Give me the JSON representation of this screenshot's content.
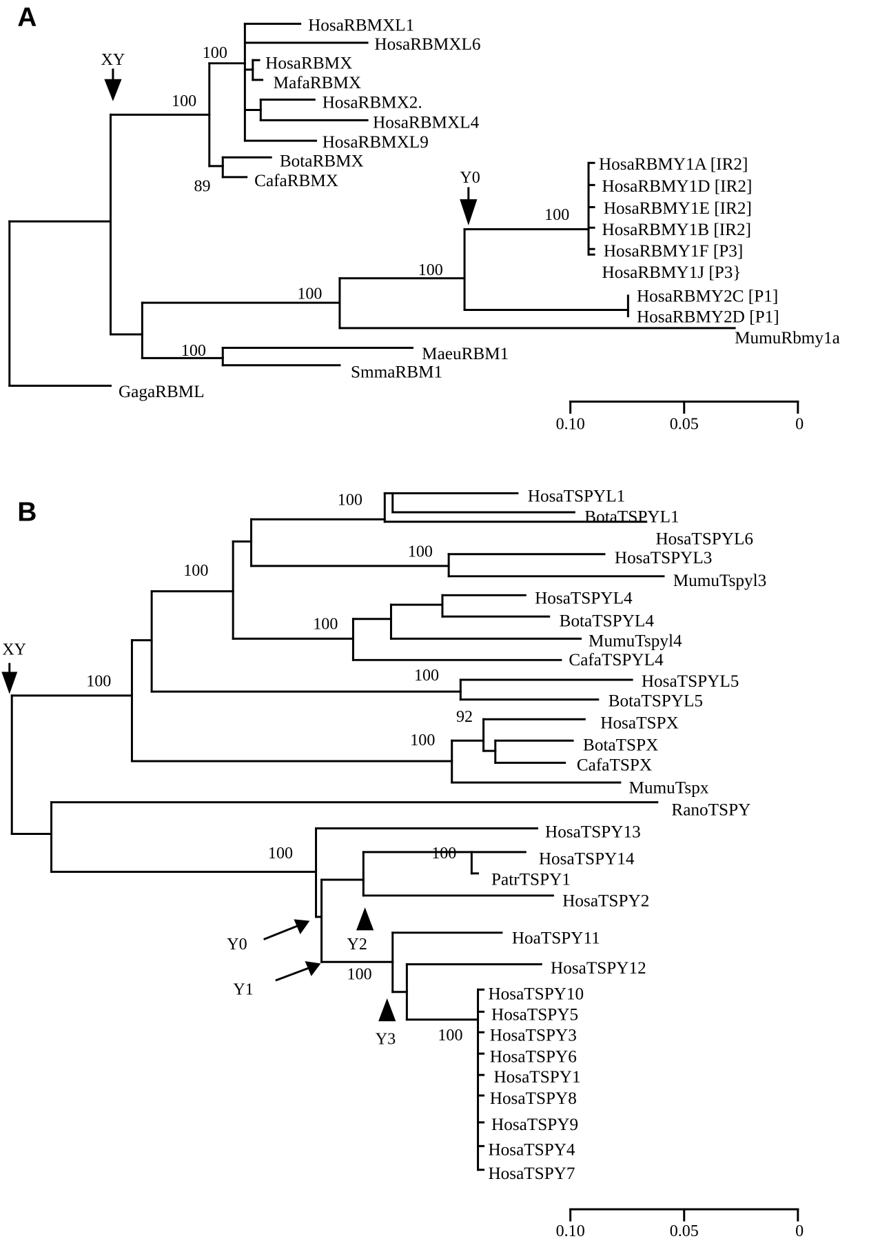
{
  "panel_a": {
    "label": "A",
    "leaves": [
      "HosaRBMXL1",
      "HosaRBMXL6",
      "HosaRBMX",
      "MafaRBMX",
      "HosaRBMX2.",
      "HosaRBMXL4",
      "HosaRBMXL9",
      "BotaRBMX",
      "CafaRBMX",
      "HosaRBMY1A [IR2]",
      "HosaRBMY1D [IR2]",
      "HosaRBMY1E [IR2]",
      "HosaRBMY1B [IR2]",
      "HosaRBMY1F [P3]",
      "HosaRBMY1J [P3}",
      "HosaRBMY2C [P1]",
      "HosaRBMY2D [P1]",
      "MumuRbmy1a",
      "MaeuRBM1",
      "SmmaRBM1",
      "GagaRBML"
    ],
    "bootstrap": [
      "100",
      "100",
      "89",
      "100",
      "100",
      "100",
      "100"
    ],
    "markers": [
      "XY",
      "Y0"
    ],
    "scale": [
      "0.10",
      "0.05",
      "0"
    ]
  },
  "panel_b": {
    "label": "B",
    "leaves": [
      "HosaTSPYL1",
      "BotaTSPYL1",
      "HosaTSPYL6",
      "HosaTSPYL3",
      "MumuTspyl3",
      "HosaTSPYL4",
      "BotaTSPYL4",
      "MumuTspyl4",
      "CafaTSPYL4",
      "HosaTSPYL5",
      "BotaTSPYL5",
      "HosaTSPX",
      "BotaTSPX",
      "CafaTSPX",
      "MumuTspx",
      "RanoTSPY",
      "HosaTSPY13",
      "HosaTSPY14",
      "PatrTSPY1",
      "HosaTSPY2",
      "HoaTSPY11",
      "HosaTSPY12",
      "HosaTSPY10",
      "HosaTSPY5",
      "HosaTSPY3",
      "HosaTSPY6",
      "HosaTSPY1",
      "HosaTSPY8",
      "HosaTSPY9",
      "HosaTSPY4",
      "HosaTSPY7"
    ],
    "bootstrap": [
      "100",
      "100",
      "100",
      "100",
      "100",
      "100",
      "92",
      "100",
      "100",
      "100",
      "100",
      "100"
    ],
    "markers": [
      "XY",
      "Y0",
      "Y1",
      "Y2",
      "Y3"
    ],
    "scale": [
      "0.10",
      "0.05",
      "0"
    ]
  }
}
